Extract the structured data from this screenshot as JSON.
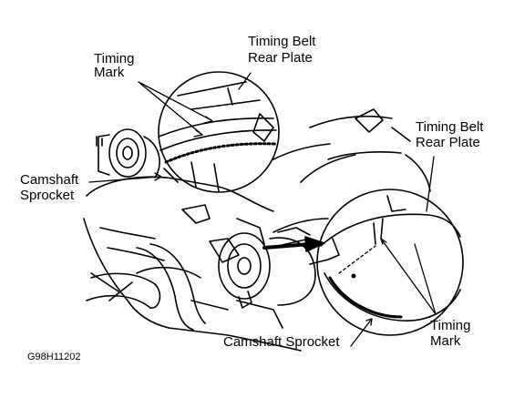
{
  "labels": {
    "timing_mark_top_line1": "Timing",
    "timing_mark_top_line2": "Mark",
    "belt_plate_top_line1": "Timing Belt",
    "belt_plate_top_line2": "Rear Plate",
    "belt_plate_right_line1": "Timing Belt",
    "belt_plate_right_line2": "Rear Plate",
    "camshaft_left_line1": "Camshaft",
    "camshaft_left_line2": "Sprocket",
    "camshaft_bottom": "Camshaft Sprocket",
    "timing_mark_right_line1": "Timing",
    "timing_mark_right_line2": "Mark"
  },
  "figure_code": "G98H11202",
  "colors": {
    "ink": "#000000",
    "paper": "#ffffff"
  }
}
